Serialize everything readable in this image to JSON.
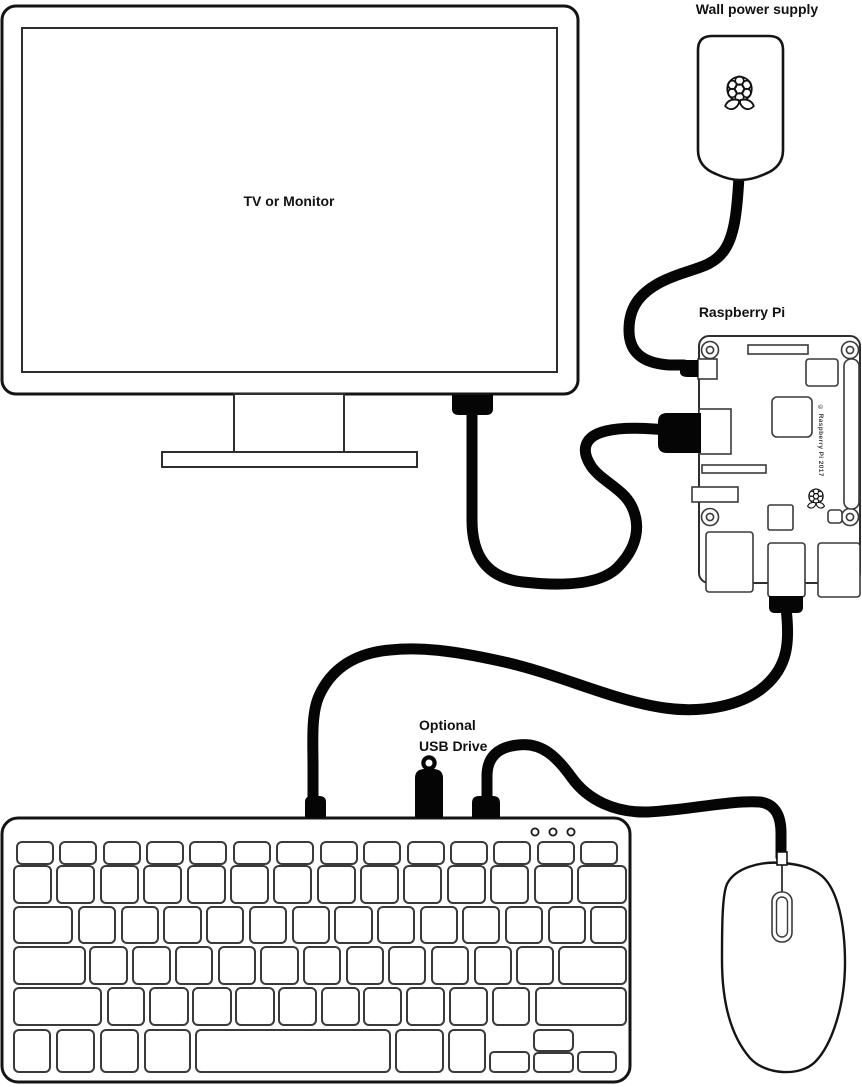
{
  "diagram": {
    "title_context": "Raspberry Pi setup connection diagram",
    "background_color": "#ffffff",
    "line_color": "#050505",
    "labels": {
      "monitor": "TV or Monitor",
      "power_supply": "Wall power supply",
      "raspberry_pi": "Raspberry Pi",
      "usb_drive": "Optional\nUSB Drive",
      "board_copyright": "© Raspberry Pi 2017"
    },
    "components": [
      "tv-or-monitor",
      "monitor-stand",
      "wall-power-supply",
      "raspberry-pi-board",
      "keyboard",
      "mouse",
      "optional-usb-drive",
      "power-cable",
      "hdmi-cable",
      "keyboard-usb-cable",
      "mouse-cable"
    ],
    "icons": {
      "raspberry_logo_large": "raspberry-pi-logo on power supply",
      "raspberry_logo_small": "raspberry-pi-logo on board",
      "keyboard_leds": 3
    }
  }
}
